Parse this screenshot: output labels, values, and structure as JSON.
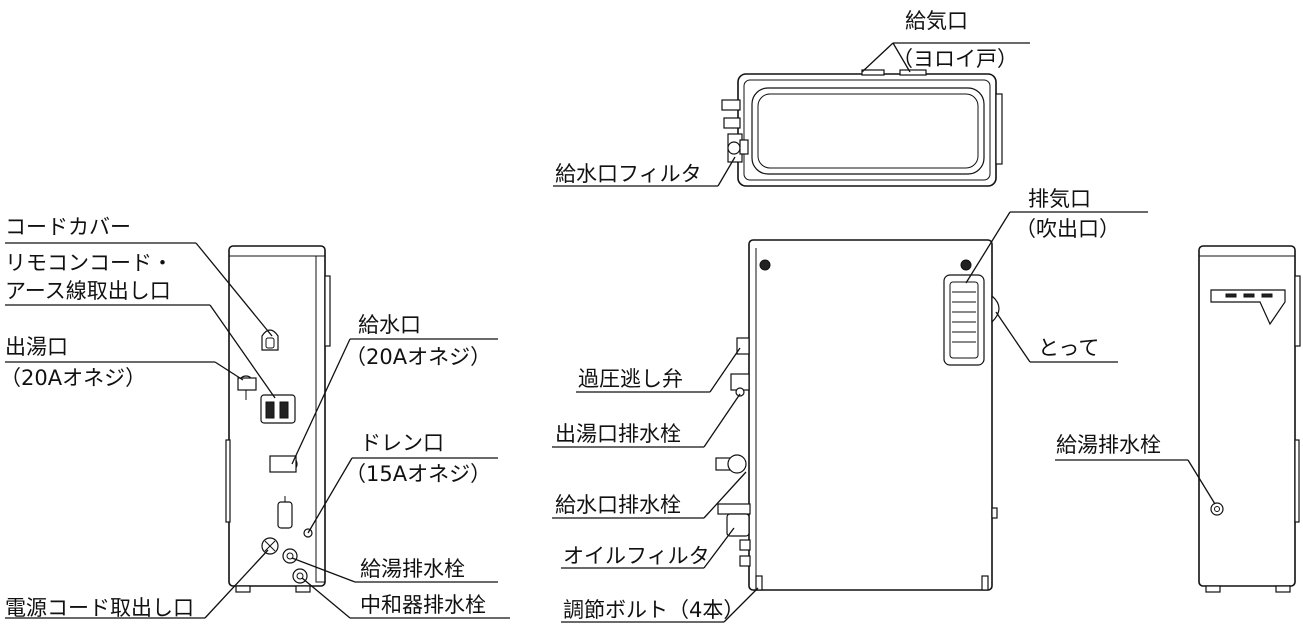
{
  "labels": {
    "supply_port": "給気口",
    "supply_port_sub": "（ヨロイ戸）",
    "water_inlet_filter": "給水口フィルタ",
    "exhaust_port": "排気口",
    "exhaust_port_sub": "（吹出口）",
    "cord_cover": "コードカバー",
    "remote_cord_1": "リモコンコード・",
    "remote_cord_2": "アース線取出し口",
    "hot_water_outlet": "出湯口",
    "hot_water_outlet_sub": "（20Aオネジ）",
    "water_inlet": "給水口",
    "water_inlet_sub": "（20Aオネジ）",
    "drain_port": "ドレン口",
    "drain_port_sub": "（15Aオネジ）",
    "hot_water_drain_plug": "給湯排水栓",
    "neutralizer_drain_plug": "中和器排水栓",
    "power_cord_outlet": "電源コード取出し口",
    "handle": "とって",
    "relief_valve": "過圧逃し弁",
    "outlet_drain_plug": "出湯口排水栓",
    "inlet_drain_plug": "給水口排水栓",
    "oil_filter": "オイルフィルタ",
    "adjust_bolt": "調節ボルト（4本）",
    "hot_water_drain_plug_right": "給湯排水栓"
  }
}
